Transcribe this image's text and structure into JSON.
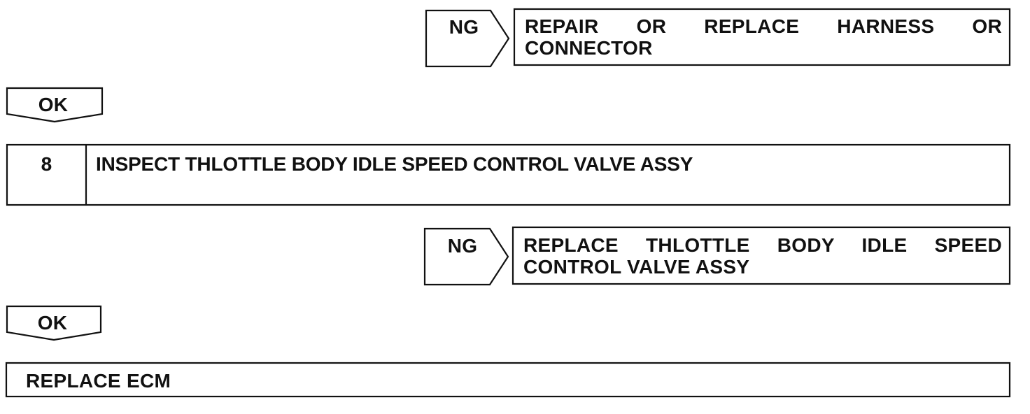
{
  "flow": {
    "result_ng_1": {
      "tag": "NG",
      "action_line1": "REPAIR OR REPLACE HARNESS OR",
      "action_line2": "CONNECTOR"
    },
    "ok_1": "OK",
    "step_8": {
      "number": "8",
      "title": "INSPECT THLOTTLE BODY IDLE SPEED CONTROL VALVE ASSY"
    },
    "result_ng_2": {
      "tag": "NG",
      "action_line1": "REPLACE THLOTTLE BODY IDLE SPEED",
      "action_line2": "CONTROL VALVE ASSY"
    },
    "ok_2": "OK",
    "final_action": "REPLACE ECM"
  }
}
